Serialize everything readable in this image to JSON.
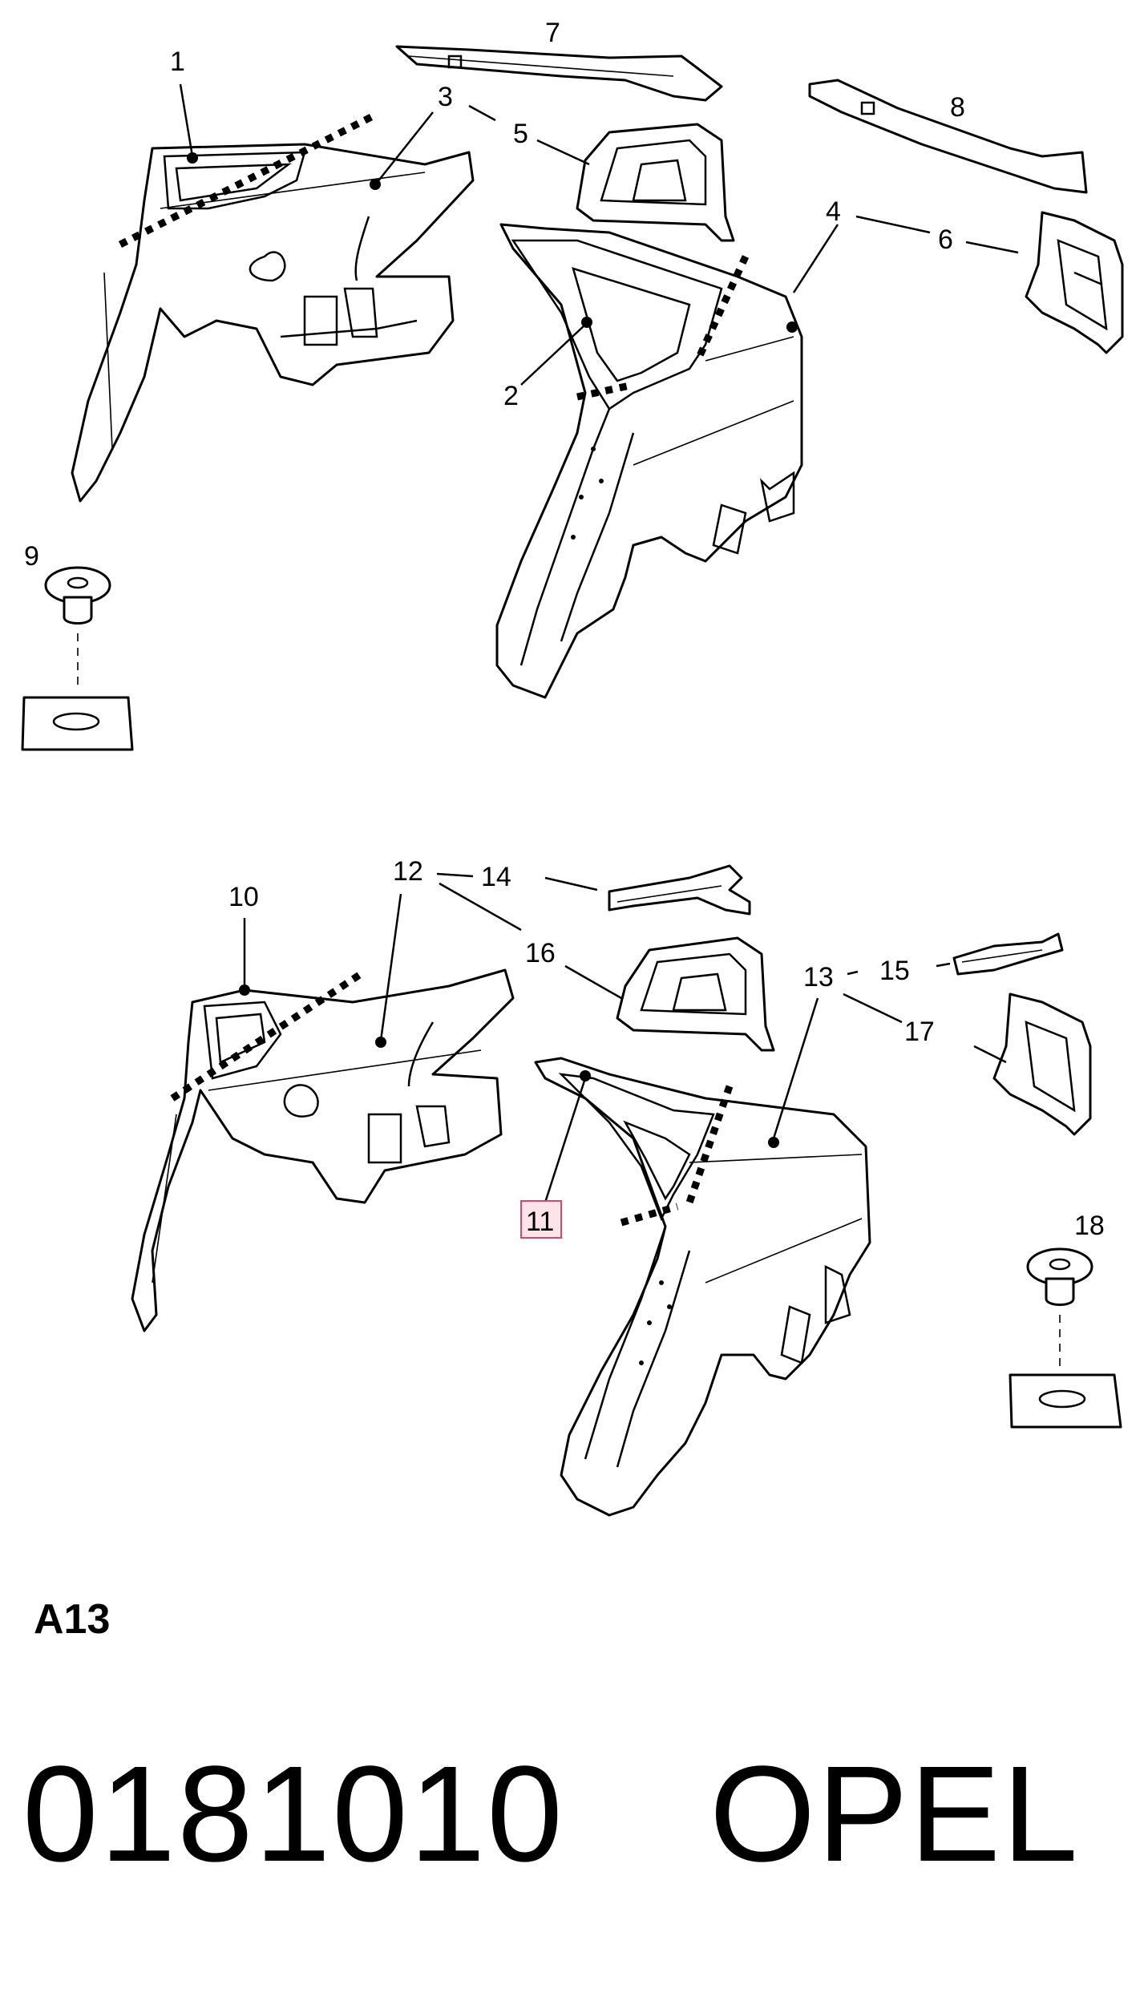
{
  "callouts": [
    {
      "id": "c1",
      "text": "1"
    },
    {
      "id": "c2",
      "text": "2"
    },
    {
      "id": "c3",
      "text": "3"
    },
    {
      "id": "c4",
      "text": "4"
    },
    {
      "id": "c5",
      "text": "5"
    },
    {
      "id": "c6",
      "text": "6"
    },
    {
      "id": "c7",
      "text": "7"
    },
    {
      "id": "c8",
      "text": "8"
    },
    {
      "id": "c9",
      "text": "9"
    },
    {
      "id": "c10",
      "text": "10"
    },
    {
      "id": "c11",
      "text": "11"
    },
    {
      "id": "c12",
      "text": "12"
    },
    {
      "id": "c13",
      "text": "13"
    },
    {
      "id": "c14",
      "text": "14"
    },
    {
      "id": "c15",
      "text": "15"
    },
    {
      "id": "c16",
      "text": "16"
    },
    {
      "id": "c17",
      "text": "17"
    },
    {
      "id": "c18",
      "text": "18"
    }
  ],
  "highlighted_callout": "11",
  "highlight_color": "#d04a6a",
  "section_code": "A13",
  "part_number": "0181010",
  "brand": "OPEL"
}
